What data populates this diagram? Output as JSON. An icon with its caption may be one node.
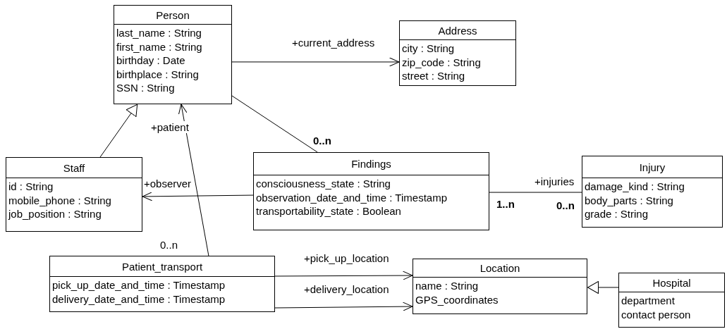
{
  "diagram": {
    "nodes": [
      {
        "text": [
          "Person",
          "last_name : String",
          "first_name : String",
          "birthday : Date",
          "birthplace : String",
          "SSN : String"
        ]
      },
      {
        "text": [
          "Address",
          "city : String",
          "zip_code : String",
          "street : String"
        ]
      },
      {
        "text": [
          "Staff",
          "id : String",
          "mobile_phone : String",
          "job_position : String"
        ]
      },
      {
        "text": [
          "Findings",
          "consciousness_state : String",
          "observation_date_and_time : Timestamp",
          "transportability_state : Boolean"
        ]
      },
      {
        "text": [
          "Injury",
          "damage_kind : String",
          "body_parts : String",
          "grade : String"
        ]
      },
      {
        "text": [
          "Patient_transport",
          "pick_up_date_and_time : Timestamp",
          "delivery_date_and_time : Timestamp"
        ]
      },
      {
        "text": [
          "Location",
          "name : String",
          "GPS_coordinates"
        ]
      },
      {
        "text": [
          "Hospital",
          "department",
          "contact person"
        ]
      }
    ],
    "edges": [
      {
        "from": 0,
        "to": 1,
        "arrow": "to",
        "label": "+current_address"
      },
      {
        "from": 0,
        "to": 3,
        "arrow": "none",
        "label": "0..n"
      },
      {
        "from": 2,
        "to": 0,
        "arrow": "to"
      },
      {
        "from": 3,
        "to": 2,
        "arrow": "to",
        "label": "+observer"
      },
      {
        "from": 5,
        "to": 0,
        "arrow": "to",
        "label": "+patient"
      },
      {
        "from": 3,
        "to": 4,
        "arrow": "none",
        "label": "+injuries"
      },
      {
        "from": 5,
        "to": 6,
        "arrow": "to",
        "label": "+pick_up_location"
      },
      {
        "from": 5,
        "to": 6,
        "arrow": "to",
        "label": "+delivery_location"
      },
      {
        "from": 7,
        "to": 6,
        "arrow": "to"
      }
    ],
    "labels": [
      "0..n",
      "1..n",
      "0..n"
    ]
  }
}
